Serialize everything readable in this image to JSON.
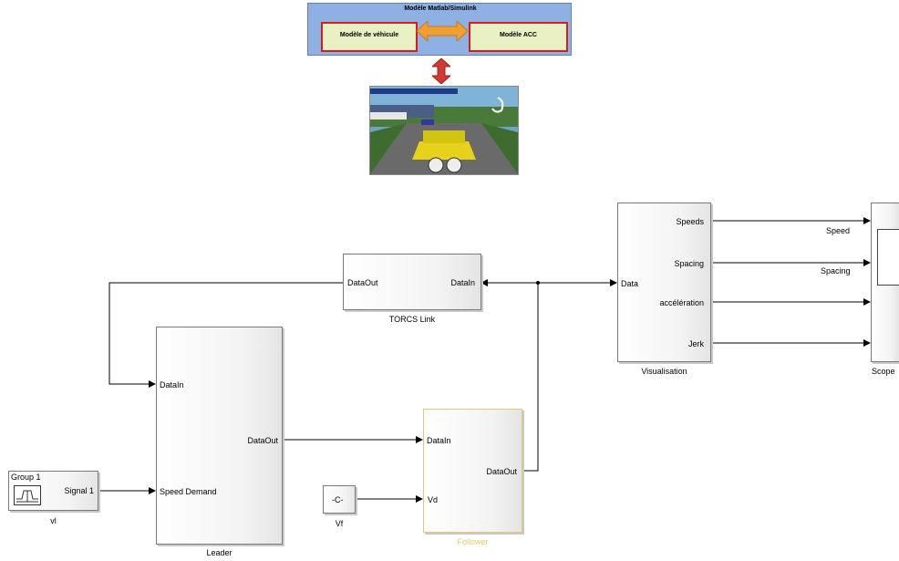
{
  "top_diagram": {
    "title": "Modèle Matlab/Simulink",
    "vehicle_model": "Modèle de véhicule",
    "acc_model": "Modèle ACC"
  },
  "blocks": {
    "torcs": {
      "name": "TORCS Link",
      "port_left": "DataOut",
      "port_right": "DataIn"
    },
    "visualisation": {
      "name": "Visualisation",
      "input": "Data",
      "outputs": [
        "Speeds",
        "Spacing",
        "accélération",
        "Jerk"
      ]
    },
    "scope": {
      "name": "Scope"
    },
    "leader": {
      "name": "Leader",
      "in1": "DataIn",
      "in2": "Speed Demand",
      "out": "DataOut"
    },
    "follower": {
      "name": "Follower",
      "in1": "DataIn",
      "in2": "Vd",
      "out": "DataOut"
    },
    "vl": {
      "name": "vl",
      "group": "Group 1",
      "signal": "Signal 1"
    },
    "vf": {
      "name": "Vf",
      "value": "-C-"
    }
  },
  "signals": {
    "speed": "Speed",
    "spacing": "Spacing"
  },
  "colors": {
    "follower_border": "#e8c66a",
    "header_blue": "#8fb0e2",
    "red_border": "#d81c1c",
    "arrow_orange": "#f0a030"
  }
}
